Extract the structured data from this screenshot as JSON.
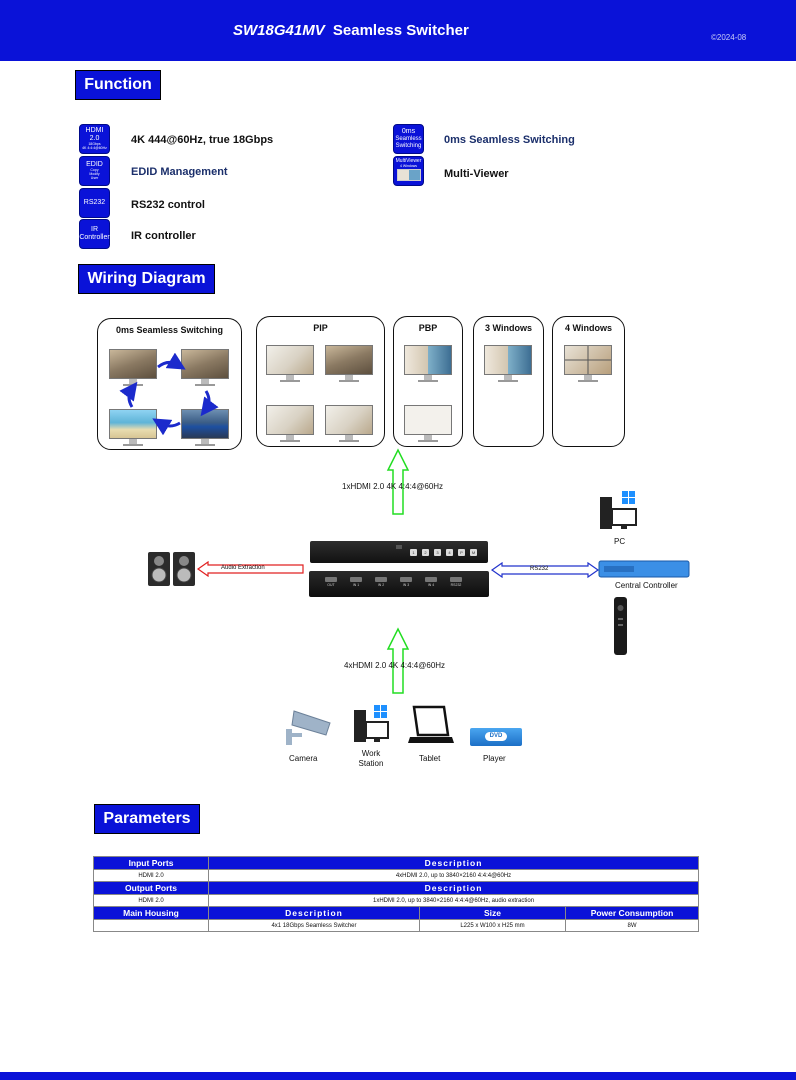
{
  "header": {
    "model": "SW18G41MV",
    "title_suffix": "Seamless Switcher",
    "copyright": "©2024-08"
  },
  "sections": {
    "function": "Function",
    "wiring": "Wiring Diagram",
    "parameters": "Parameters"
  },
  "features": [
    {
      "icon_lines": [
        "HDMI 2.0",
        "18Gbps",
        "4K 4:4:4@60Hz"
      ],
      "text": "4K 444@60Hz, true 18Gbps"
    },
    {
      "icon_lines": [
        "EDID",
        "Copy",
        "Modify",
        "User"
      ],
      "text": "EDID Management"
    },
    {
      "icon_lines": [
        "RS232"
      ],
      "text": "RS232 control"
    },
    {
      "icon_lines": [
        "IR",
        "Controller"
      ],
      "text": "IR controller"
    },
    {
      "icon_lines": [
        "0ms",
        "Seamless",
        "Switching"
      ],
      "text": "0ms Seamless Switching"
    },
    {
      "icon_lines": [
        "MultiViewer",
        "4 Windows"
      ],
      "text": "Multi-Viewer"
    }
  ],
  "wiring": {
    "boxes": {
      "seamless": "0ms Seamless Switching",
      "pip": "PIP",
      "pbp": "PBP",
      "three": "3 Windows",
      "four": "4 Windows"
    },
    "output_label": "1xHDMI 2.0 4K 4:4:4@60Hz",
    "input_label": "4xHDMI 2.0 4K 4:4:4@60Hz",
    "audio_label": "Audio Extraction",
    "rs232_label": "RS232",
    "pc_label": "PC",
    "controller_label": "Central Controller",
    "sources": [
      "Camera",
      "Work Station",
      "Tablet",
      "Player"
    ],
    "dvd_text": "DVD",
    "switcher_front_buttons": [
      "1",
      "2",
      "3",
      "4",
      "P",
      "M"
    ],
    "switcher_port_labels": [
      "OUT",
      "IN 1",
      "IN 2",
      "IN 3",
      "IN 4",
      "RS232"
    ]
  },
  "parameters": {
    "input_header": "Input Ports",
    "desc_header": "Description",
    "input_row": {
      "port": "HDMI 2.0",
      "desc": "4xHDMI 2.0, up to 3840×2160 4:4:4@60Hz"
    },
    "output_header": "Output Ports",
    "output_row": {
      "port": "HDMI 2.0",
      "desc": "1xHDMI 2.0, up to 3840×2160 4:4:4@60Hz, audio extraction"
    },
    "housing_header": "Main Housing",
    "size_header": "Size",
    "power_header": "Power Consumption",
    "housing_row": {
      "desc": "4x1 18Gbps Seamless Switcher",
      "size": "L225 x W100 x H25 mm",
      "power": "8W"
    }
  },
  "colors": {
    "brand_blue": "#0a12d8",
    "arrow_green": "#22dd22",
    "arrow_red": "#e02020",
    "arrow_blue": "#2233cc"
  }
}
